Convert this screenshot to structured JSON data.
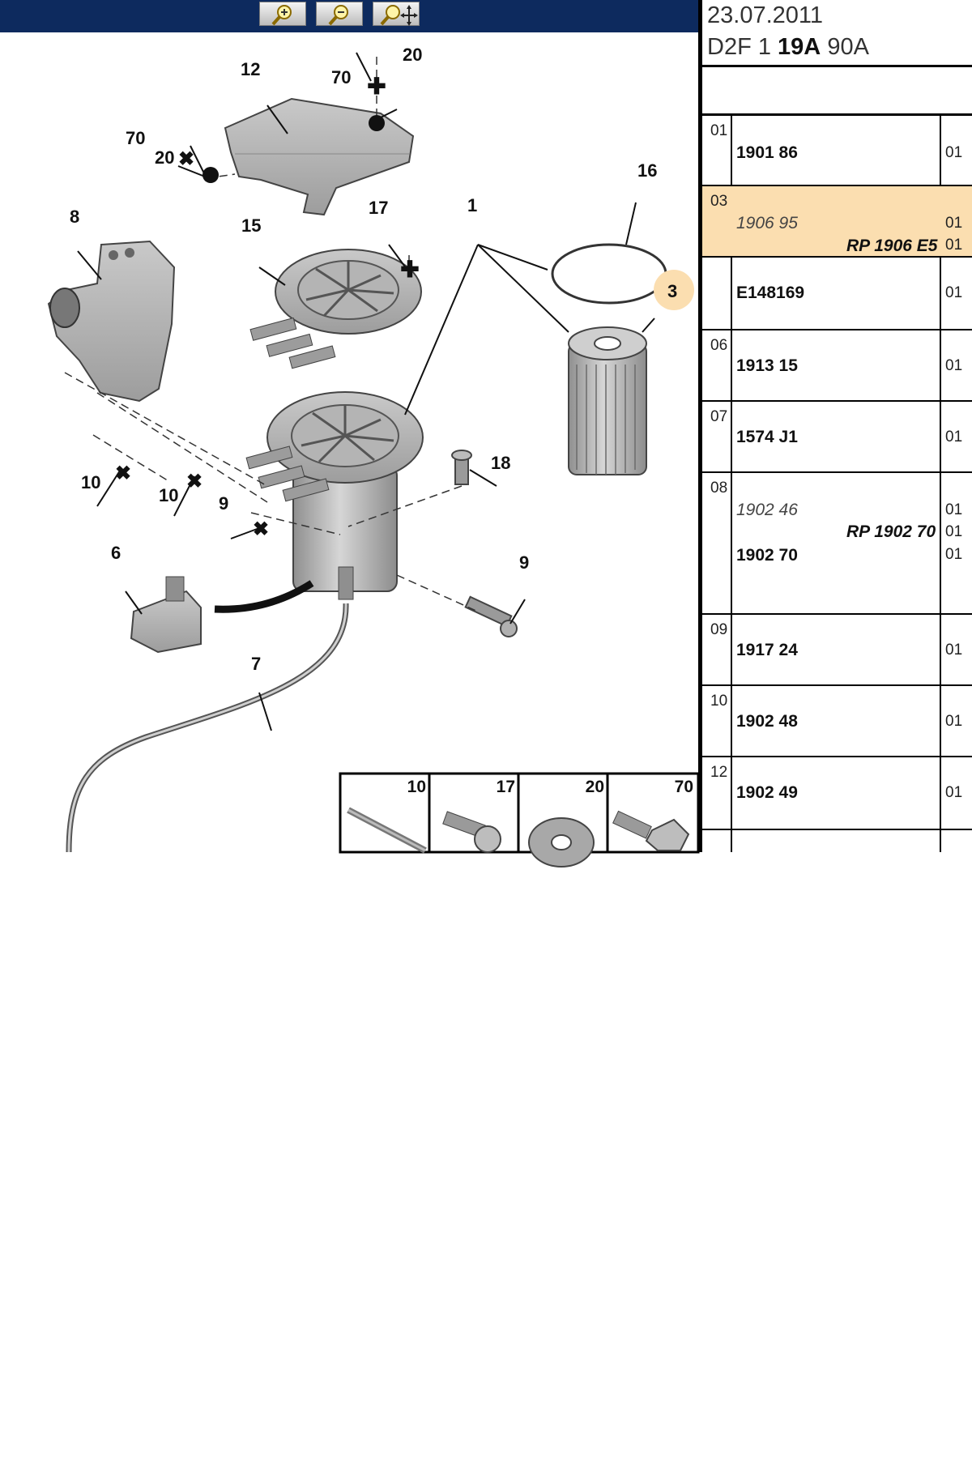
{
  "toolbar": {
    "buttons": [
      {
        "icon": "zoom-in-icon"
      },
      {
        "icon": "zoom-out-icon"
      },
      {
        "icon": "pan-icon"
      }
    ]
  },
  "diagram": {
    "callouts": [
      "12",
      "70",
      "20",
      "70",
      "20",
      "16",
      "8",
      "15",
      "17",
      "1",
      "3",
      "10",
      "10",
      "9",
      "18",
      "6",
      "9",
      "7"
    ],
    "highlighted_callout": "3",
    "highlight_color": "#fbdeb0",
    "hardware_legend": [
      "10",
      "17",
      "20",
      "70"
    ]
  },
  "panel": {
    "date": "23.07.2011",
    "code_prefix": "D2F 1",
    "code_bold": "19A",
    "code_suffix": "90A",
    "rows": [
      {
        "num": "01",
        "ref": "1901 86",
        "qty": "01"
      },
      {
        "num": "03",
        "ref": "1906 95",
        "ref_superseded": true,
        "replacement": "RP 1906 E5",
        "qty": "01",
        "qty2": "01",
        "highlighted": true
      },
      {
        "num": "",
        "ref": "E148169",
        "qty": "01"
      },
      {
        "num": "06",
        "ref": "1913 15",
        "qty": "01"
      },
      {
        "num": "07",
        "ref": "1574 J1",
        "qty": "01"
      },
      {
        "num": "08",
        "ref_old": "1902 46",
        "replacement": "RP 1902 70",
        "ref": "1902 70",
        "qty": "01",
        "qty2": "01",
        "qty3": "01"
      },
      {
        "num": "09",
        "ref": "1917 24",
        "qty": "01"
      },
      {
        "num": "10",
        "ref": "1902 48",
        "qty": "01"
      },
      {
        "num": "12",
        "ref": "1902 49",
        "qty": "01"
      }
    ]
  }
}
